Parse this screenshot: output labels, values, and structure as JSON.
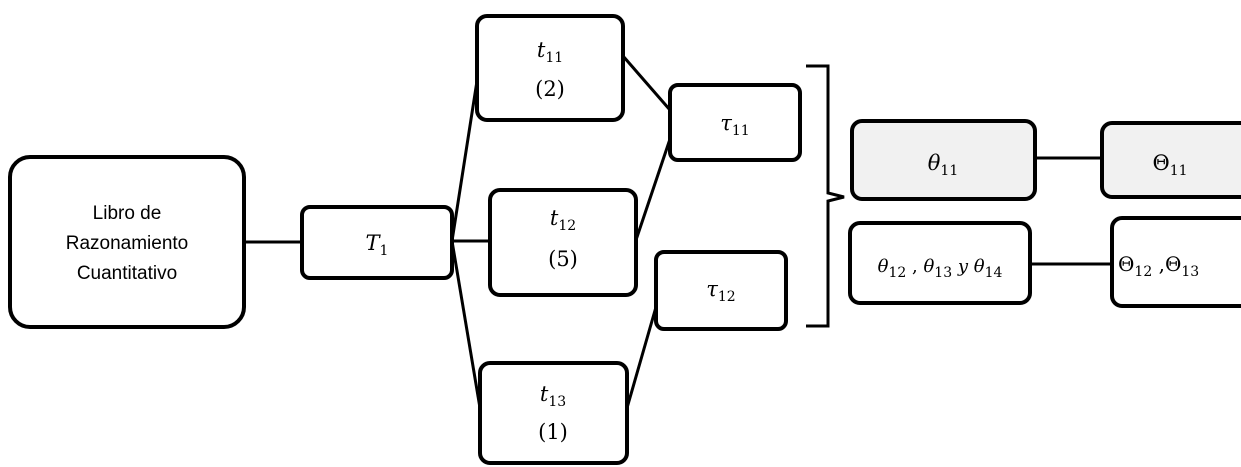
{
  "root": {
    "line1": "Libro de",
    "line2": "Razonamiento",
    "line3": "Cuantitativo"
  },
  "T1": {
    "sym": "T",
    "sub": "1"
  },
  "t11": {
    "sym": "t",
    "sub": "11",
    "count": "(2)"
  },
  "t12": {
    "sym": "t",
    "sub": "12",
    "count": "(5)"
  },
  "t13": {
    "sym": "t",
    "sub": "13",
    "count": "(1)"
  },
  "tau11": {
    "sym": "τ",
    "sub": "11"
  },
  "tau12": {
    "sym": "τ",
    "sub": "12"
  },
  "theta11": {
    "sym": "θ",
    "sub": "11"
  },
  "theta_group": {
    "a_sym": "θ",
    "a_sub": "12",
    "sep1": " , ",
    "b_sym": "θ",
    "b_sub": "13",
    "conj": " y ",
    "c_sym": "θ",
    "c_sub": "14"
  },
  "Theta11": {
    "sym": "Θ",
    "sub": "11"
  },
  "Theta_group": {
    "a_sym": "Θ",
    "a_sub": "12",
    "sep": " ,",
    "b_sym": "Θ",
    "b_sub": "13"
  },
  "colors": {
    "stroke": "#000000",
    "shaded_fill": "#f1f1f1",
    "fill": "#ffffff"
  }
}
